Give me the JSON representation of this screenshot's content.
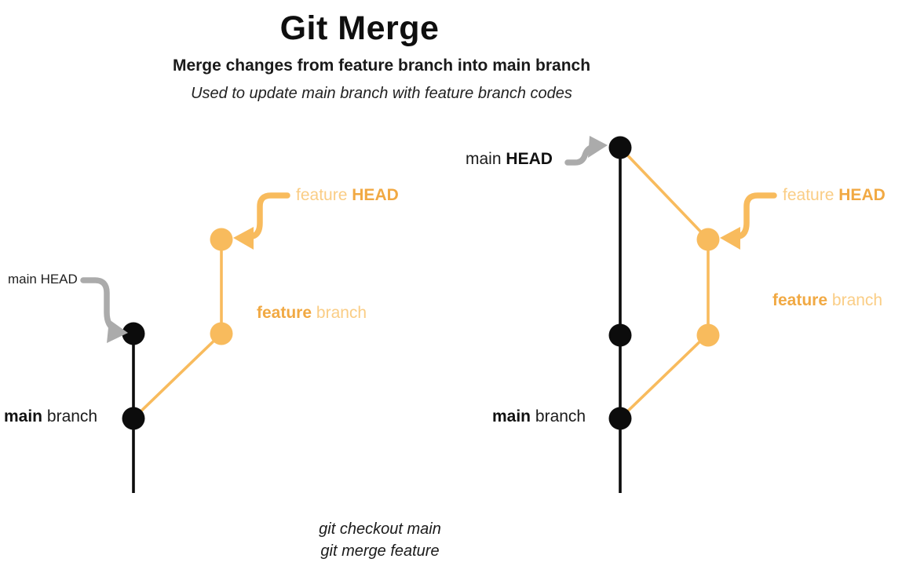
{
  "header": {
    "title": "Git Merge",
    "subtitle": "Merge changes from feature branch into main branch",
    "tagline": "Used to update main branch with feature branch codes"
  },
  "labels": {
    "main": "main",
    "head": "HEAD",
    "feature": "feature",
    "branch": "branch",
    "main_head_small": "main HEAD"
  },
  "commands": {
    "line1": "git checkout main",
    "line2": "git merge feature"
  },
  "colors": {
    "orange": "#F8BB5D",
    "orange_text_bold": "#F1A943",
    "orange_text_light": "#FACD85",
    "gray_arrow": "#ABABAB",
    "black": "#111111"
  },
  "diagrams": {
    "before_merge": {
      "main_commits": 2,
      "feature_commits": 2,
      "note": "feature branch diverged from main; HEADs on separate tips"
    },
    "after_merge": {
      "main_commits": 3,
      "feature_commits": 2,
      "note": "feature merged back into main; main HEAD on merge commit"
    }
  }
}
